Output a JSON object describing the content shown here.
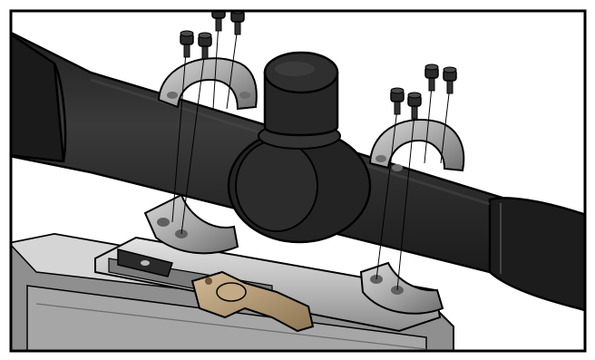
{
  "figure": {
    "subject": "scope-mount-exploded-view",
    "screw_count_per_ring": 4,
    "ring_count": 2
  },
  "palette": {
    "frame_border": "#000000",
    "scope_body": "#262626",
    "scope_highlight": "#3d3d3d",
    "ring_metal": "#b9b9b9",
    "ring_shadow": "#7d7d7d",
    "base_metal": "#c8c8c8",
    "base_shadow": "#9a9a9a",
    "lever_brass": "#b49a76",
    "wood_stock": "#8a4a22",
    "screw_dark": "#2a2a2a"
  }
}
